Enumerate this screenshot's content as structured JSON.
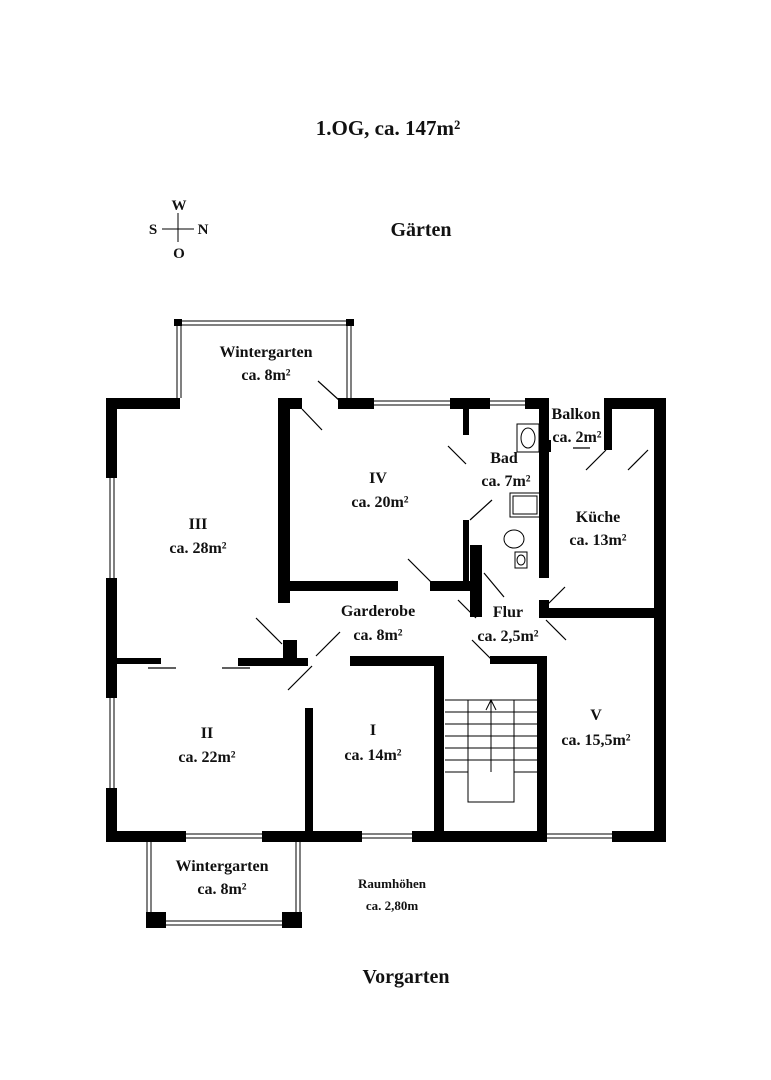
{
  "title": "1.OG, ca. 147m²",
  "compass": {
    "north": "N",
    "south": "S",
    "west": "W",
    "east": "O"
  },
  "top_label": "Gärten",
  "bottom_label": "Vorgarten",
  "heights": {
    "line1": "Raumhöhen",
    "line2": "ca. 2,80m"
  },
  "rooms": {
    "wintergarten_top": {
      "name": "Wintergarten",
      "area": "ca. 8m²"
    },
    "iii": {
      "name": "III",
      "area": "ca. 28m²"
    },
    "iv": {
      "name": "IV",
      "area": "ca. 20m²"
    },
    "bad": {
      "name": "Bad",
      "area": "ca. 7m²"
    },
    "balkon": {
      "name": "Balkon",
      "area": "ca. 2m²"
    },
    "kueche": {
      "name": "Küche",
      "area": "ca. 13m²"
    },
    "garderobe": {
      "name": "Garderobe",
      "area": "ca. 8m²"
    },
    "flur": {
      "name": "Flur",
      "area": "ca. 2,5m²"
    },
    "ii": {
      "name": "II",
      "area": "ca. 22m²"
    },
    "i": {
      "name": "I",
      "area": "ca. 14m²"
    },
    "v": {
      "name": "V",
      "area": "ca. 15,5m²"
    },
    "wintergarten_bottom": {
      "name": "Wintergarten",
      "area": "ca. 8m²"
    }
  }
}
